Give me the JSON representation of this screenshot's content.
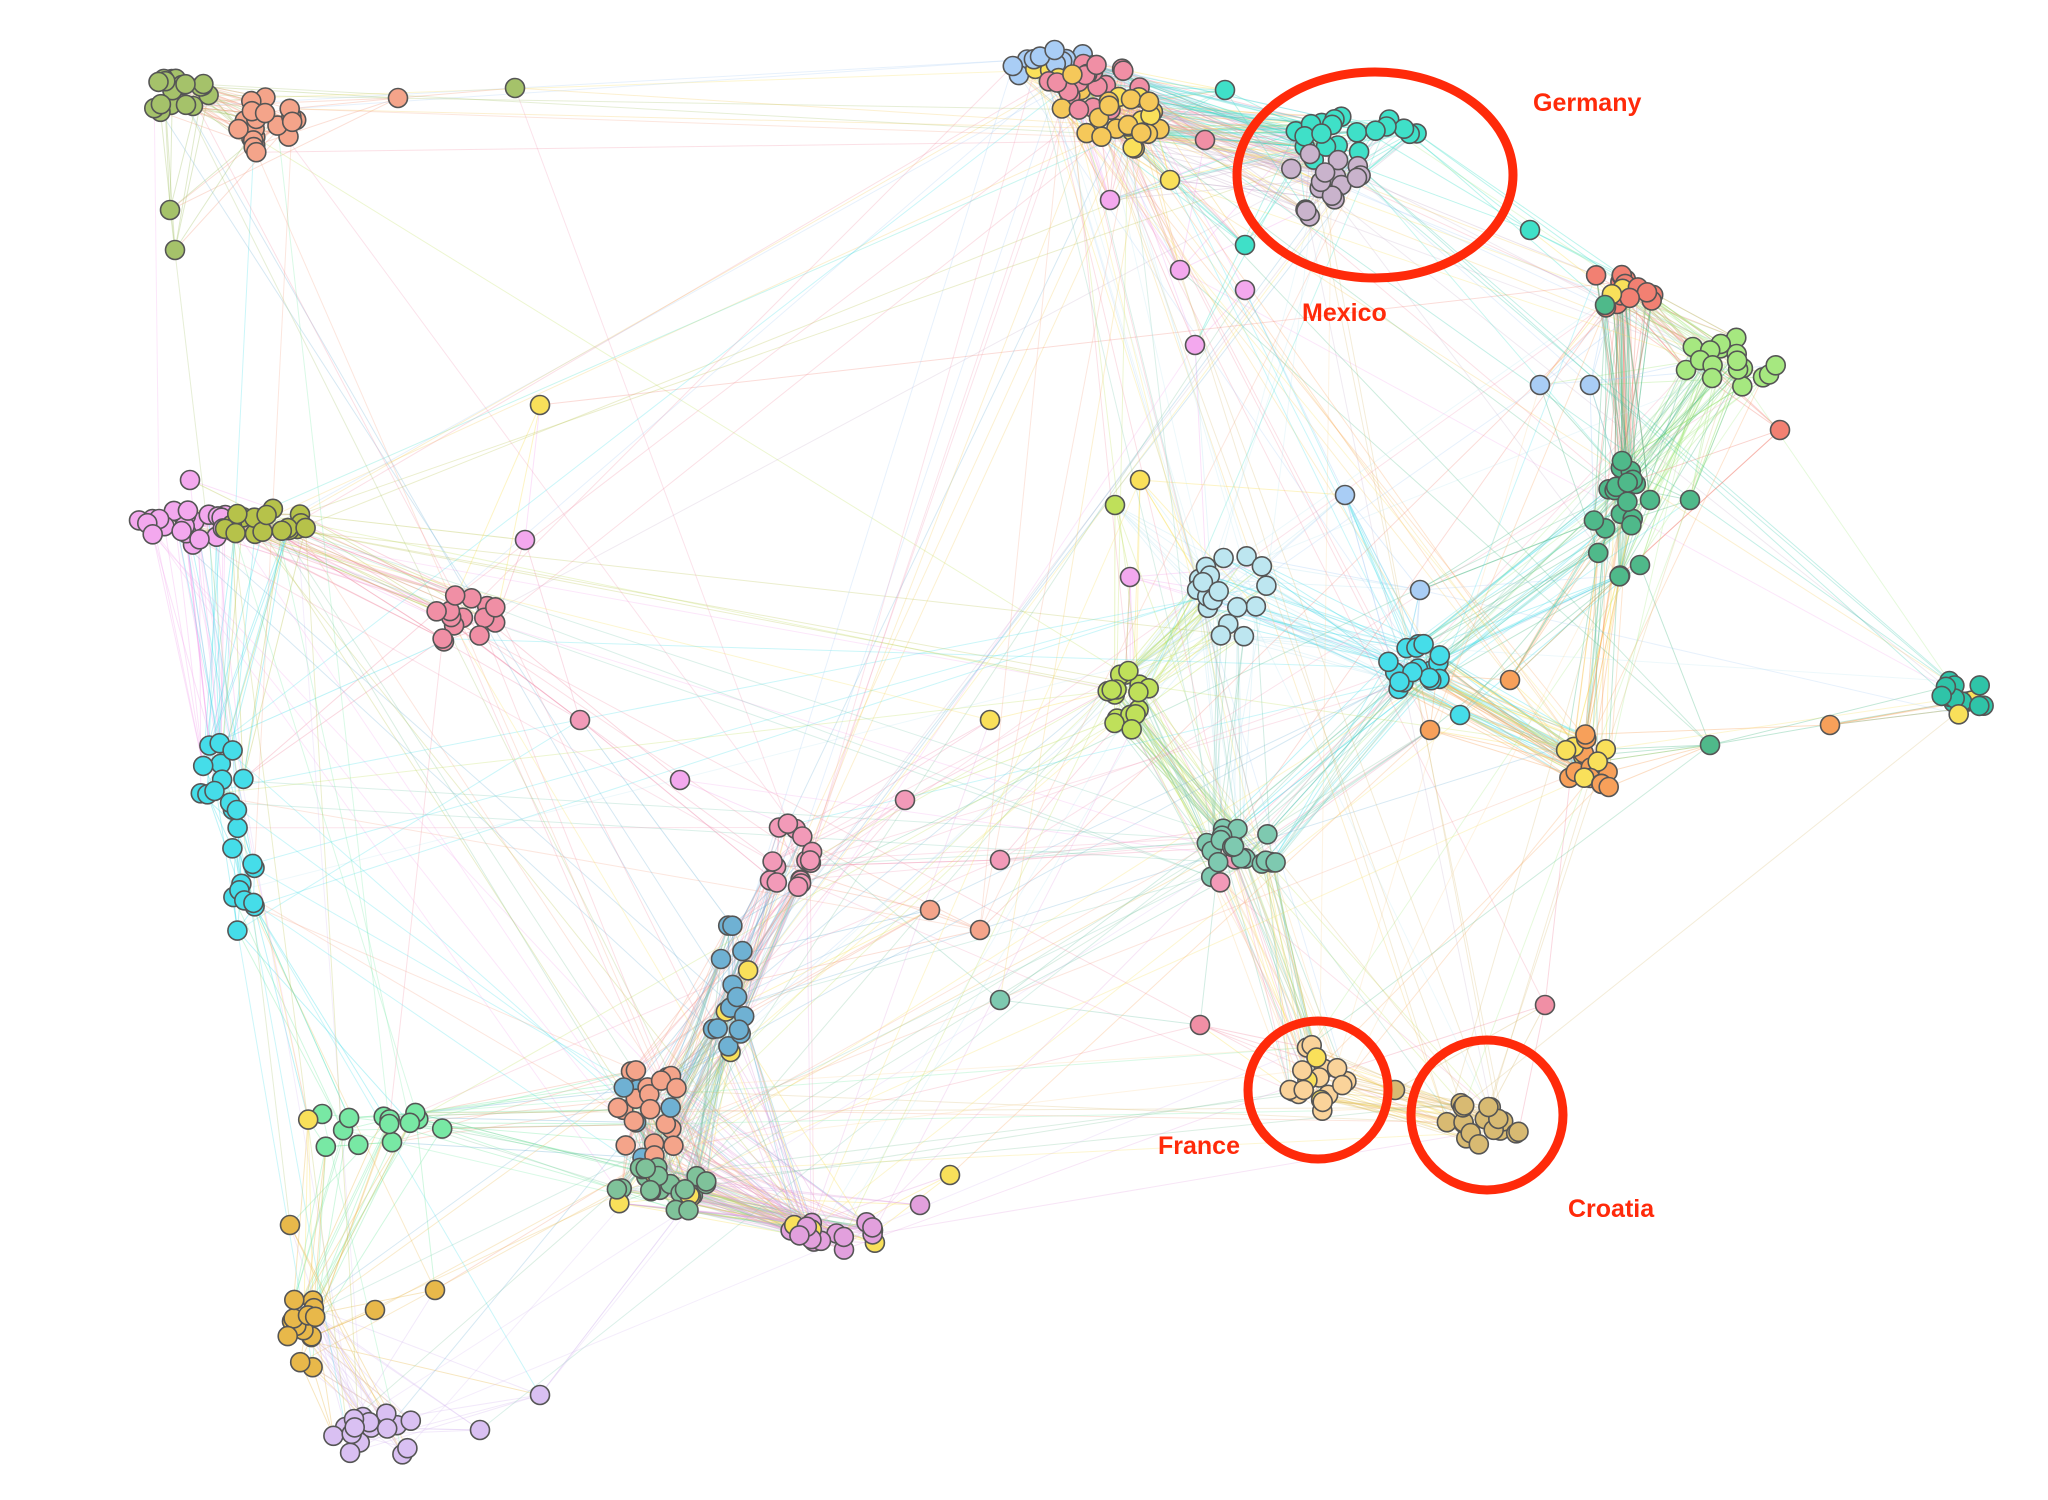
{
  "highlights": [
    {
      "id": "germany",
      "label": "Germany",
      "ring_color": "#ff2a0a"
    },
    {
      "id": "mexico",
      "label": "Mexico",
      "ring_color": "#ff2a0a"
    },
    {
      "id": "france",
      "label": "France",
      "ring_color": "#ff2a0a"
    },
    {
      "id": "croatia",
      "label": "Croatia",
      "ring_color": "#ff2a0a"
    }
  ],
  "node_outline_color": "#555555",
  "palette": {
    "olive_green": "#a5c26a",
    "salmon": "#f4a48a",
    "light_blue": "#a9cdf5",
    "pink": "#f08fa5",
    "golden": "#f5c85a",
    "yellow": "#f9e05a",
    "cyan_green": "#3fe0c8",
    "mauve": "#c9b3cc",
    "coral": "#f28072",
    "light_green": "#a6e880",
    "dark_green": "#4fb98a",
    "sky": "#bde6f0",
    "teal": "#2fc4a8",
    "magenta_pink": "#f3a8ee",
    "olive": "#b6c24a",
    "cyan": "#45dde9",
    "lime": "#bfe05a",
    "steel_blue": "#6fb1d3",
    "orange": "#f7a05a",
    "rose": "#f29ab8",
    "sage": "#7fc29a",
    "lavender": "#d9c0f2",
    "purple_pink": "#e2a0dd",
    "mint": "#78e8a4",
    "amber": "#e8b84a",
    "peach": "#fad39a",
    "khaki": "#d8ba72",
    "teal_pink": "#7ec9b0"
  }
}
